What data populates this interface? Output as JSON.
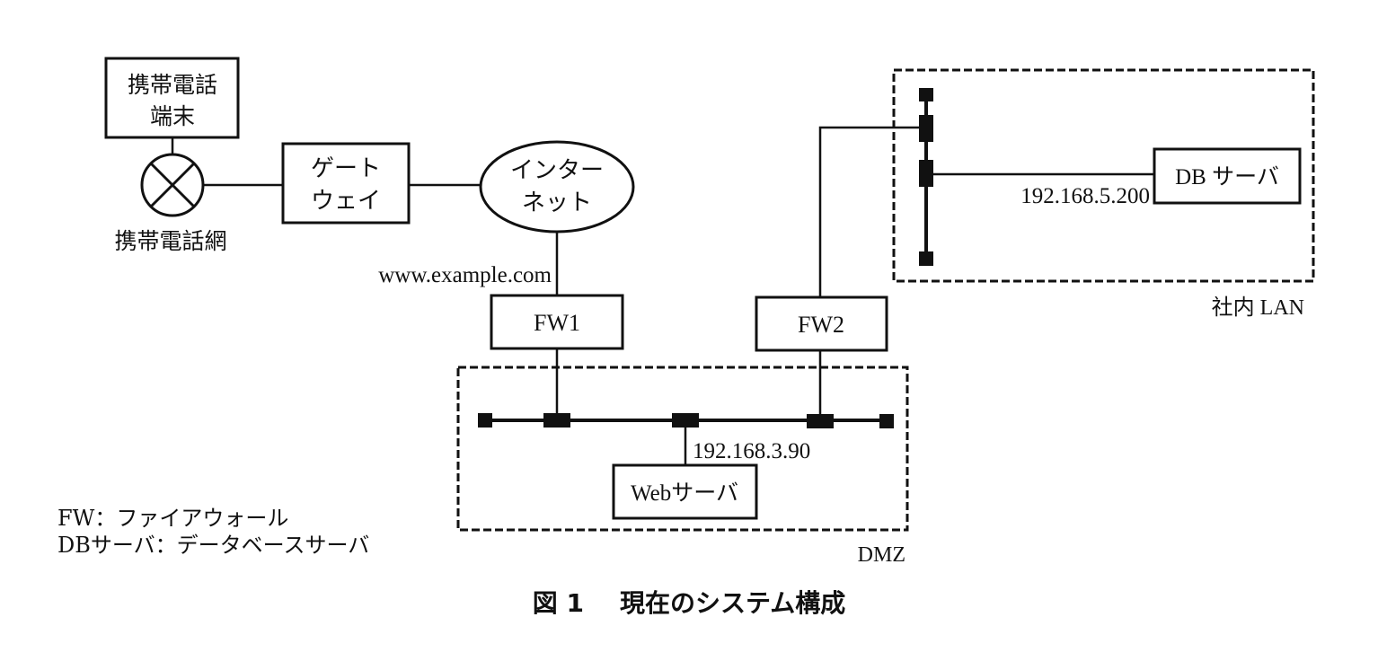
{
  "diagram": {
    "nodes": {
      "mobile_terminal": {
        "line1": "携帯電話",
        "line2": "端末"
      },
      "mobile_network": {
        "label": "携帯電話網",
        "icon": "cross-circle-icon"
      },
      "gateway": {
        "line1": "ゲート",
        "line2": "ウェイ"
      },
      "internet": {
        "line1": "インター",
        "line2": "ネット"
      },
      "fw1": {
        "label": "FW1",
        "hostname": "www.example.com"
      },
      "fw2": {
        "label": "FW2"
      },
      "web_server": {
        "label": "Webサーバ",
        "ip": "192.168.3.90"
      },
      "db_server": {
        "label": "DB サーバ",
        "ip": "192.168.5.200"
      }
    },
    "zones": {
      "dmz": {
        "label": "DMZ"
      },
      "lan": {
        "label": "社内 LAN"
      }
    },
    "edges": [
      [
        "mobile_terminal",
        "mobile_network"
      ],
      [
        "mobile_network",
        "gateway"
      ],
      [
        "gateway",
        "internet"
      ],
      [
        "internet",
        "fw1"
      ],
      [
        "fw1",
        "dmz_bus"
      ],
      [
        "dmz_bus",
        "web_server"
      ],
      [
        "dmz_bus",
        "fw2"
      ],
      [
        "fw2",
        "lan_bus"
      ],
      [
        "lan_bus",
        "db_server"
      ]
    ]
  },
  "legend": {
    "items": [
      "FW：ファイアウォール",
      "DBサーバ：データベースサーバ"
    ]
  },
  "caption": {
    "figure_no": "図 1",
    "title": "現在のシステム構成"
  }
}
